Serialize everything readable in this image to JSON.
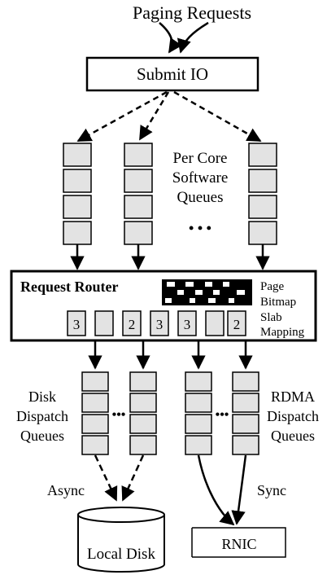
{
  "top_label": "Paging Requests",
  "submit_box": "Submit IO",
  "software_queues_label": [
    "Per Core",
    "Software",
    "Queues"
  ],
  "ellipsis": "• • •",
  "router": {
    "title": "Request Router",
    "bitmap_label": [
      "Page",
      "Bitmap"
    ],
    "slab_label": [
      "Slab",
      "Mapping"
    ],
    "slab_cells": [
      "3",
      "",
      "2",
      "3",
      "3",
      "",
      "2"
    ]
  },
  "disk_label": [
    "Disk",
    "Dispatch",
    "Queues"
  ],
  "rdma_label": [
    "RDMA",
    "Dispatch",
    "Queues"
  ],
  "dispatch_ellipsis": "•••",
  "async_label": "Async",
  "sync_label": "Sync",
  "local_disk_label": "Local Disk",
  "rnic_label": "RNIC",
  "colors": {
    "queue_fill": "#e3e3e3",
    "line": "#000000",
    "bitmap_dark": "#000000"
  }
}
